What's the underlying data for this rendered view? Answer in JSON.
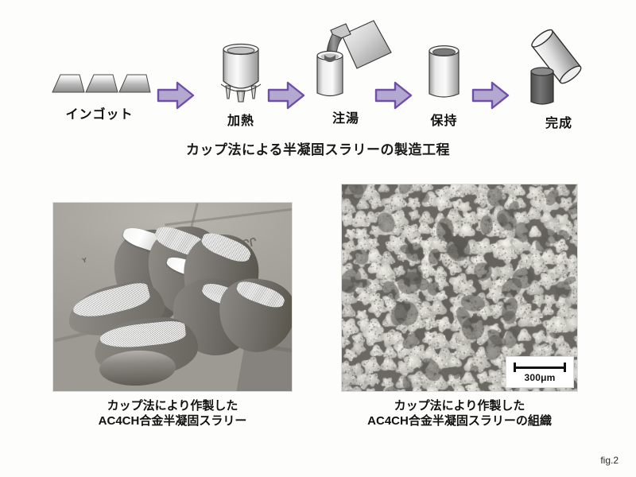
{
  "slide": {
    "figure_number": "fig.2",
    "background_color": "#fdfdfb"
  },
  "process_flow": {
    "arrow_fill": "#b3a8cf",
    "arrow_stroke": "#6f4fa8",
    "steps": [
      {
        "id": "ingot",
        "label": "インゴット",
        "icon": "metal-ingots-icon"
      },
      {
        "id": "heating",
        "label": "加熱",
        "icon": "furnace-icon"
      },
      {
        "id": "pouring",
        "label": "注湯",
        "icon": "ladle-pour-icon"
      },
      {
        "id": "holding",
        "label": "保持",
        "icon": "cup-hold-icon"
      },
      {
        "id": "complete",
        "label": "完成",
        "icon": "slurry-billet-icon"
      }
    ],
    "caption": "カップ法による半凝固スラリーの製造工程"
  },
  "panels": {
    "left": {
      "id": "billet-photo",
      "image_alt": "cut-semi-solid-billets-photo",
      "caption_line1": "カップ法により作製した",
      "caption_line2": "AC4CH合金半凝固スラリー"
    },
    "right": {
      "id": "microstructure-photo",
      "image_alt": "globular-microstructure-micrograph",
      "caption_line1": "カップ法により作製した",
      "caption_line2": "AC4CH合金半凝固スラリーの組織",
      "scale_bar": {
        "label": "300μm"
      }
    }
  }
}
